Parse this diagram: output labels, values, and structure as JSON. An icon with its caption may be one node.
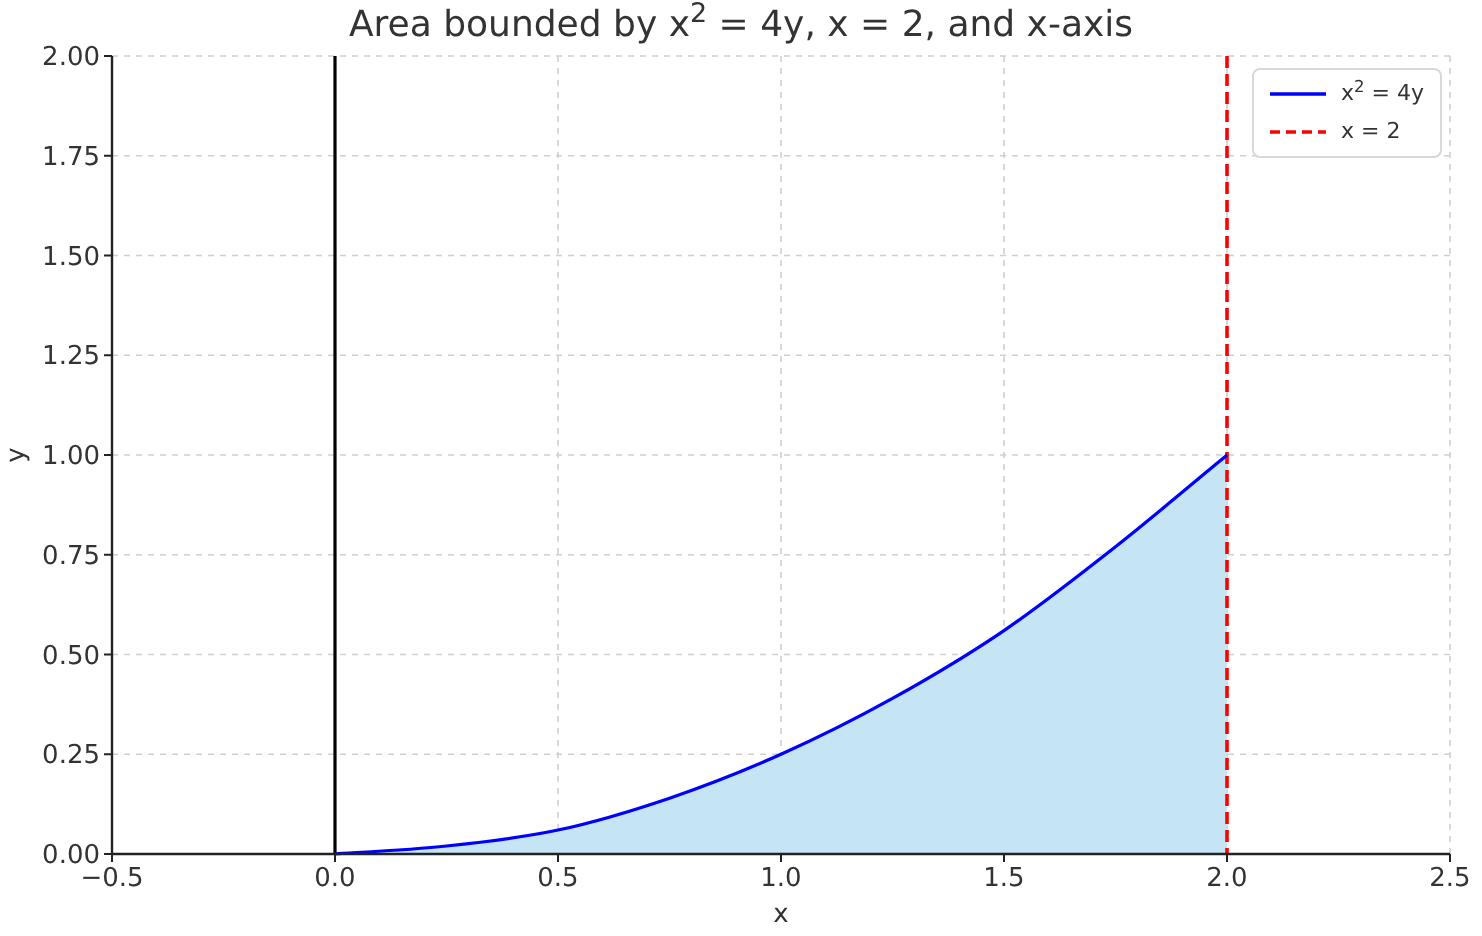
{
  "diagram": {
    "title": "Area bounded by x$^{2}$ = 4y, x = 2, and x-axis",
    "chart_data": {
      "type": "area",
      "xlabel": "x",
      "ylabel": "y",
      "grid": true,
      "x": [
        0,
        0.25,
        0.5,
        0.75,
        1,
        1.25,
        1.5,
        1.75,
        2
      ],
      "series": [
        {
          "color": "#0000ff",
          "values": [
            0,
            0.02,
            0.06,
            0.14,
            0.25,
            0.39,
            0.56,
            0.77,
            1
          ]
        }
      ],
      "xlim": [
        -0.5,
        2.5
      ],
      "ylim": [
        0,
        2
      ],
      "xticks": [
        {
          "value": -0.5,
          "label": "−0.5"
        },
        {
          "value": 0,
          "label": "0.0"
        },
        {
          "value": 0.5,
          "label": "0.5"
        },
        {
          "value": 1,
          "label": "1.0"
        },
        {
          "value": 1.5,
          "label": "1.5"
        },
        {
          "value": 2,
          "label": "2.0"
        },
        {
          "value": 2.5,
          "label": "2.5"
        }
      ],
      "yticks": [
        {
          "value": 0,
          "label": "0.00"
        },
        {
          "value": 0.25,
          "label": "0.25"
        },
        {
          "value": 0.5,
          "label": "0.50"
        },
        {
          "value": 0.75,
          "label": "0.75"
        },
        {
          "value": 1,
          "label": "1.00"
        },
        {
          "value": 1.25,
          "label": "1.25"
        },
        {
          "value": 1.5,
          "label": "1.50"
        },
        {
          "value": 1.75,
          "label": "1.75"
        },
        {
          "value": 2,
          "label": "2.00"
        }
      ],
      "ref_lines": [
        {
          "axis": "x",
          "value": 0,
          "color": "#000000"
        },
        {
          "axis": "x",
          "value": 2,
          "color": "#ff0000"
        }
      ]
    },
    "legend": [
      {
        "text": "x$^{2}$ = 4y"
      },
      {
        "text": "x = 2"
      }
    ]
  }
}
